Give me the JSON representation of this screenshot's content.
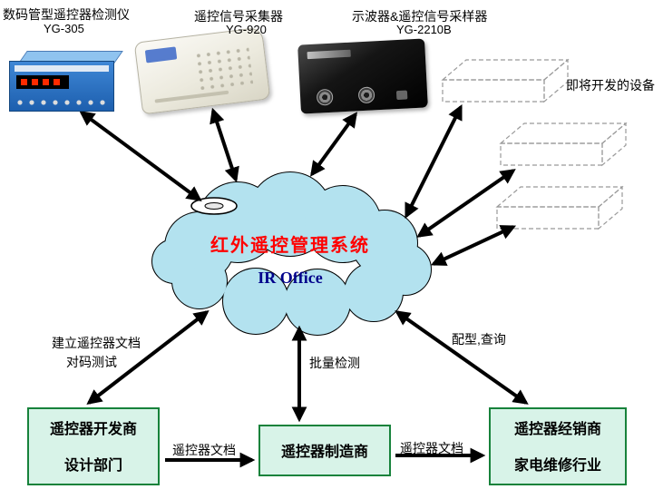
{
  "devices": [
    {
      "title": "数码管型遥控器检测仪",
      "model": "YG-305"
    },
    {
      "title": "遥控信号采集器",
      "model": "YG-920"
    },
    {
      "title": "示波器&遥控信号采样器",
      "model": "YG-2210B"
    }
  ],
  "future": {
    "label": "即将开发的设备",
    "count": 3
  },
  "cloud": {
    "title": "红外遥控管理系统",
    "subtitle": "IR Office",
    "fill": "#b3e2ef",
    "title_color": "#ff0000",
    "subtitle_color": "#00008b"
  },
  "links": {
    "dev_doc": "建立遥控器文档",
    "code_test": "对码测试",
    "batch_test": "批量检测",
    "match_query": "配型,查询",
    "doc_left": "遥控器文档",
    "doc_right": "遥控器文档"
  },
  "org_boxes": [
    {
      "line1": "遥控器开发商",
      "line2": "设计部门"
    },
    {
      "line1": "遥控器制造商"
    },
    {
      "line1": "遥控器经销商",
      "line2": "家电维修行业"
    }
  ],
  "org_style": {
    "fill": "#d8f3e8",
    "border": "#17823b"
  }
}
